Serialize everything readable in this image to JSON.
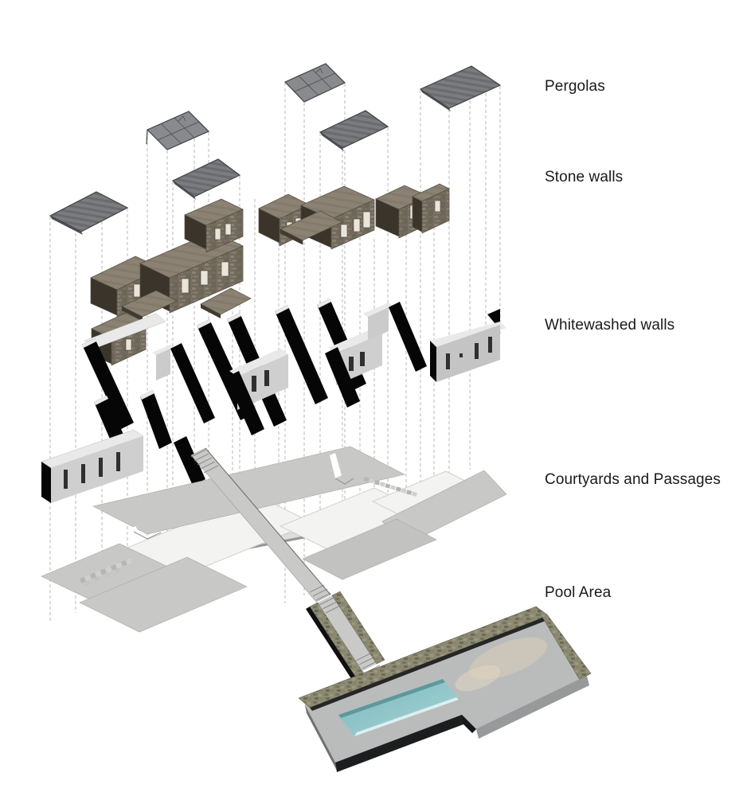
{
  "labels": [
    {
      "id": "pergolas",
      "text": "Pergolas"
    },
    {
      "id": "stone-walls",
      "text": "Stone walls"
    },
    {
      "id": "whitewashed-walls",
      "text": "Whitewashed walls"
    },
    {
      "id": "courtyards-passages",
      "text": "Courtyards and Passages"
    },
    {
      "id": "pool-area",
      "text": "Pool Area"
    }
  ],
  "colors": {
    "background": "#ffffff",
    "label_text": "#1a1a1a",
    "projection_line": "#b3b3b3",
    "pergola_fill": "#7a7c7f",
    "pergola_stripe": "#696b6e",
    "pergola_edge": "#3f4145",
    "stone_roof": "#8b8273",
    "stone_wall": "#7d7567",
    "stone_dark_side": "#3a342a",
    "window": "#e9e5da",
    "white_wall_top": "#e9e9e9",
    "white_wall_face": "#cbcbcb",
    "wall_shadow": "#060606",
    "window_slit": "#303030",
    "courtyard_gray": "#c8c8c7",
    "courtyard_white": "#f3f3f1",
    "pool_deck": "#b9bcbb",
    "pool_water": "#8fc5c9",
    "pool_water_light": "#a8d4d6",
    "stone_edge": "#8d8a73",
    "terrace_beige": "#d9cbb8"
  }
}
